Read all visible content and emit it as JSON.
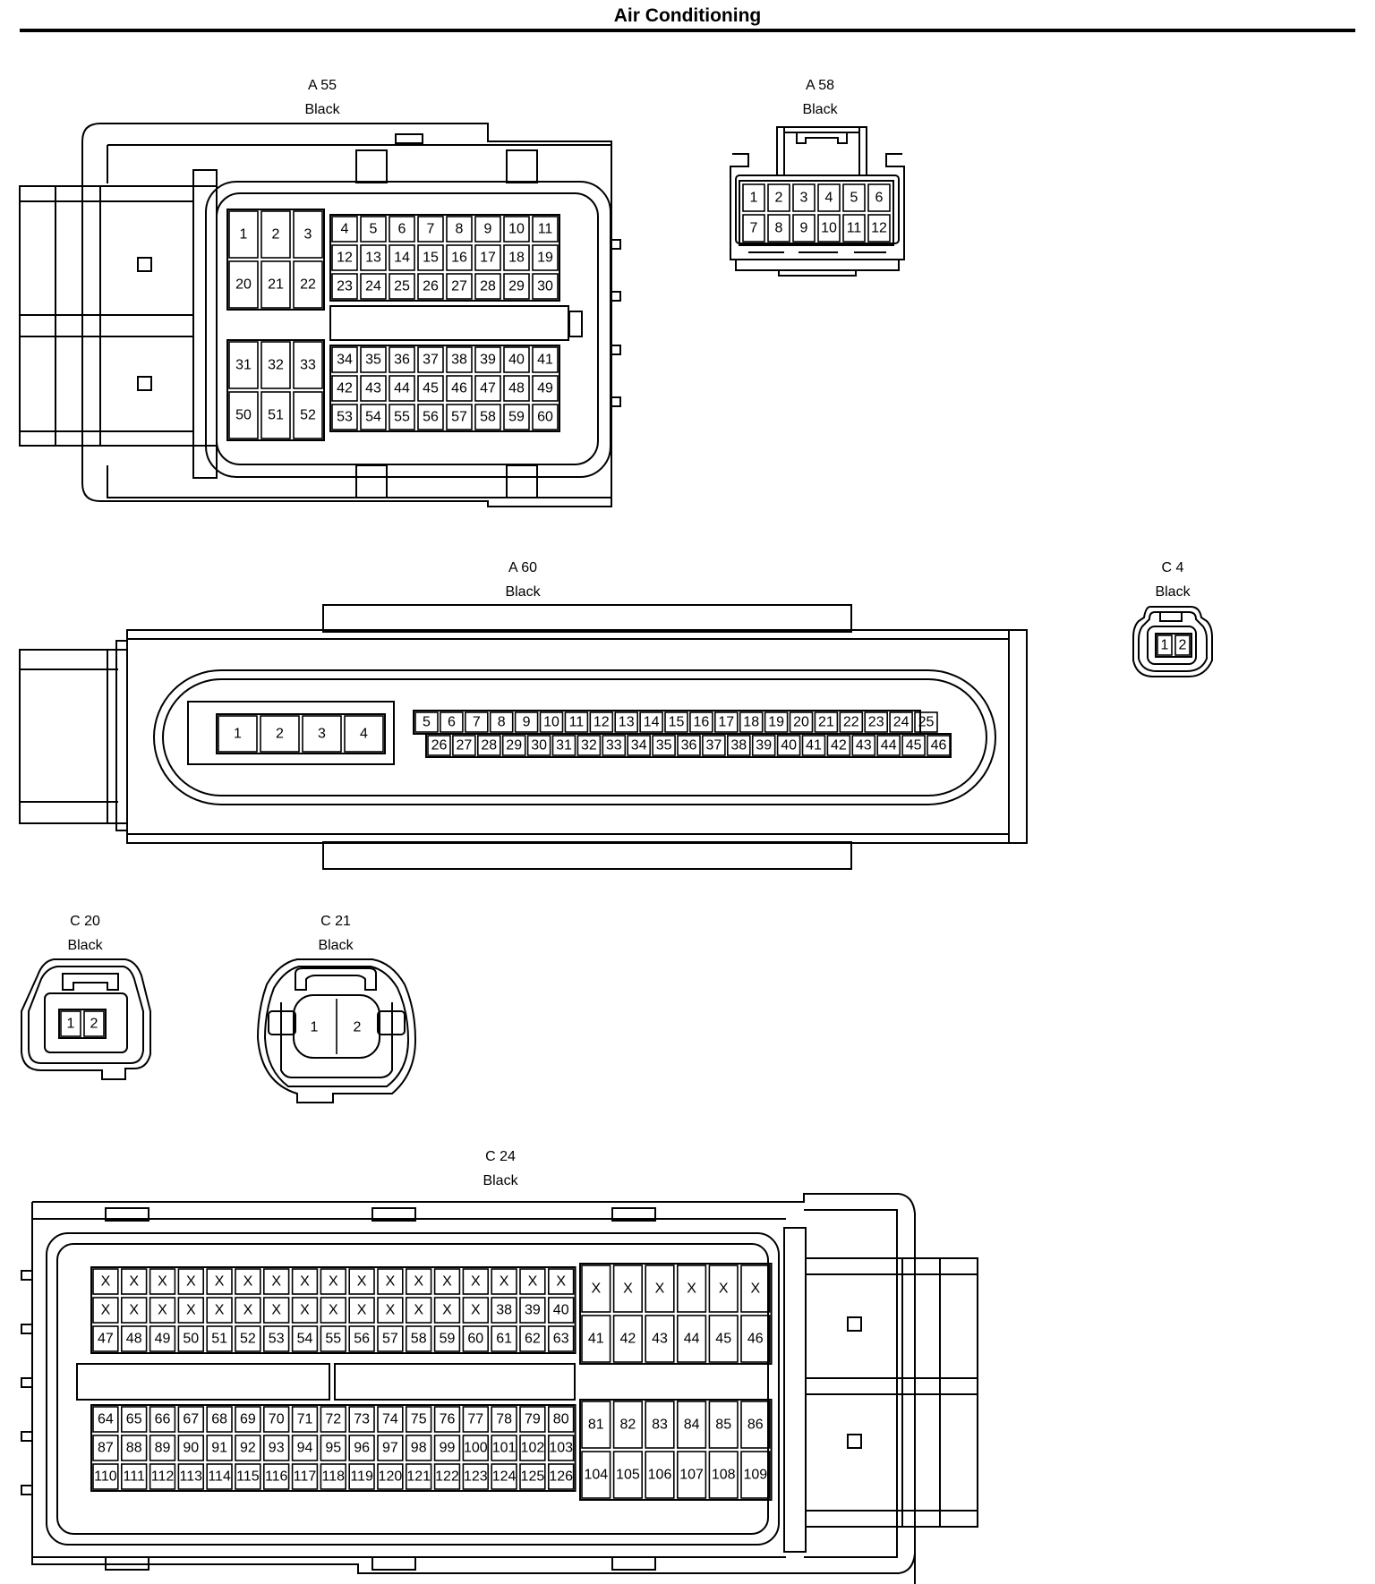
{
  "title": "Air Conditioning",
  "connectors": {
    "a55": {
      "name": "A 55",
      "color": "Black"
    },
    "a58": {
      "name": "A 58",
      "color": "Black"
    },
    "a60": {
      "name": "A 60",
      "color": "Black"
    },
    "c4": {
      "name": "C 4",
      "color": "Black"
    },
    "c20": {
      "name": "C 20",
      "color": "Black"
    },
    "c21": {
      "name": "C 21",
      "color": "Black"
    },
    "c24": {
      "name": "C 24",
      "color": "Black"
    }
  },
  "pins": {
    "a55": {
      "g1": [
        [
          "1",
          "2",
          "3"
        ],
        [
          "20",
          "21",
          "22"
        ]
      ],
      "g2": [
        [
          "4",
          "5",
          "6",
          "7",
          "8",
          "9",
          "10",
          "11"
        ],
        [
          "12",
          "13",
          "14",
          "15",
          "16",
          "17",
          "18",
          "19"
        ],
        [
          "23",
          "24",
          "25",
          "26",
          "27",
          "28",
          "29",
          "30"
        ]
      ],
      "g3": [
        [
          "31",
          "32",
          "33"
        ],
        [
          "50",
          "51",
          "52"
        ]
      ],
      "g4": [
        [
          "34",
          "35",
          "36",
          "37",
          "38",
          "39",
          "40",
          "41"
        ],
        [
          "42",
          "43",
          "44",
          "45",
          "46",
          "47",
          "48",
          "49"
        ],
        [
          "53",
          "54",
          "55",
          "56",
          "57",
          "58",
          "59",
          "60"
        ]
      ]
    },
    "a58": [
      [
        "1",
        "2",
        "3",
        "4",
        "5",
        "6"
      ],
      [
        "7",
        "8",
        "9",
        "10",
        "11",
        "12"
      ]
    ],
    "a60": {
      "left": [
        "1",
        "2",
        "3",
        "4"
      ],
      "row1": [
        "5",
        "6",
        "7",
        "8",
        "9",
        "10",
        "11",
        "12",
        "13",
        "14",
        "15",
        "16",
        "17",
        "18",
        "19",
        "20",
        "21",
        "22",
        "23",
        "24",
        "25"
      ],
      "row2": [
        "26",
        "27",
        "28",
        "29",
        "30",
        "31",
        "32",
        "33",
        "34",
        "35",
        "36",
        "37",
        "38",
        "39",
        "40",
        "41",
        "42",
        "43",
        "44",
        "45",
        "46"
      ]
    },
    "c4": [
      "1",
      "2"
    ],
    "c20": [
      "1",
      "2"
    ],
    "c21": [
      "1",
      "2"
    ],
    "c24": {
      "g1": [
        [
          "X",
          "X",
          "X",
          "X",
          "X",
          "X",
          "X",
          "X",
          "X",
          "X",
          "X",
          "X",
          "X",
          "X",
          "X",
          "X",
          "X"
        ],
        [
          "X",
          "X",
          "X",
          "X",
          "X",
          "X",
          "X",
          "X",
          "X",
          "X",
          "X",
          "X",
          "X",
          "X",
          "38",
          "39",
          "40"
        ],
        [
          "47",
          "48",
          "49",
          "50",
          "51",
          "52",
          "53",
          "54",
          "55",
          "56",
          "57",
          "58",
          "59",
          "60",
          "61",
          "62",
          "63"
        ]
      ],
      "g2": [
        [
          "X",
          "X",
          "X",
          "X",
          "X",
          "X"
        ],
        [
          "41",
          "42",
          "43",
          "44",
          "45",
          "46"
        ]
      ],
      "g3": [
        [
          "64",
          "65",
          "66",
          "67",
          "68",
          "69",
          "70",
          "71",
          "72",
          "73",
          "74",
          "75",
          "76",
          "77",
          "78",
          "79",
          "80"
        ],
        [
          "87",
          "88",
          "89",
          "90",
          "91",
          "92",
          "93",
          "94",
          "95",
          "96",
          "97",
          "98",
          "99",
          "100",
          "101",
          "102",
          "103"
        ],
        [
          "110",
          "111",
          "112",
          "113",
          "114",
          "115",
          "116",
          "117",
          "118",
          "119",
          "120",
          "121",
          "122",
          "123",
          "124",
          "125",
          "126"
        ]
      ],
      "g4": [
        [
          "81",
          "82",
          "83",
          "84",
          "85",
          "86"
        ],
        [
          "104",
          "105",
          "106",
          "107",
          "108",
          "109"
        ]
      ]
    }
  }
}
